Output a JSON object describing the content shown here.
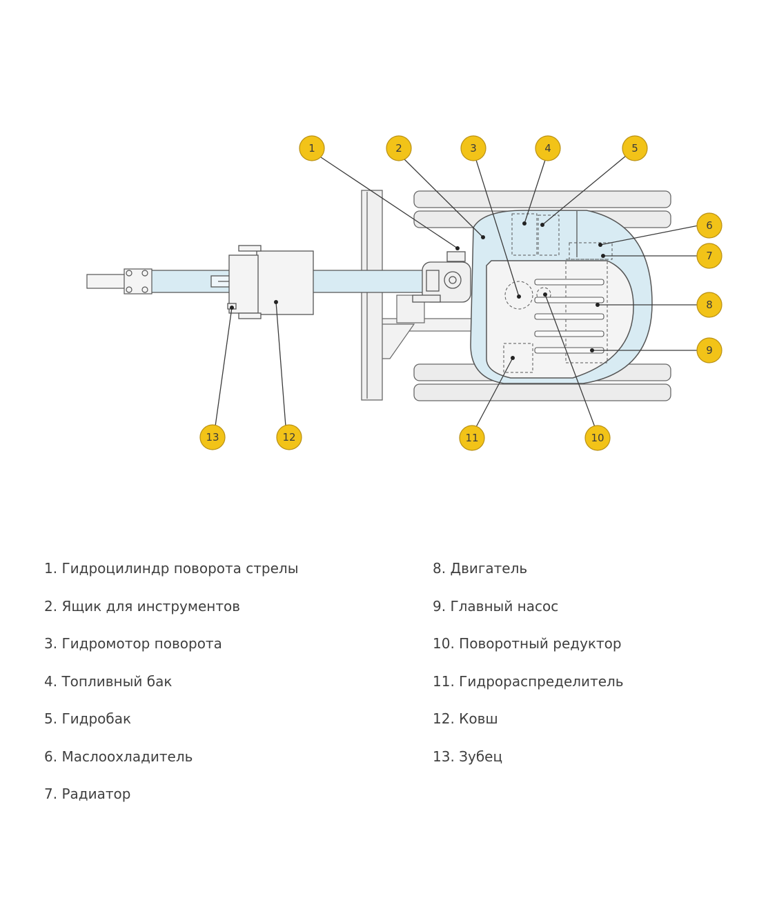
{
  "callouts": [
    "1",
    "2",
    "3",
    "4",
    "5",
    "6",
    "7",
    "8",
    "9",
    "10",
    "11",
    "12",
    "13"
  ],
  "legend_left": [
    "1. Гидроцилиндр поворота стрелы",
    "2. Ящик для инструментов",
    "3. Гидромотор поворота",
    "4. Топливный бак",
    "5. Гидробак",
    "6. Маслоохладитель",
    "7. Радиатор"
  ],
  "legend_right": [
    "8. Двигатель",
    "9. Главный насос",
    "10. Поворотный редуктор",
    "11. Гидрораспределитель",
    "12. Ковш",
    "13. Зубец"
  ],
  "colors": {
    "callout_fill": "#f2c318",
    "body_fill": "#d8ebf3",
    "outline": "#555555",
    "track_fill": "#ececec"
  }
}
